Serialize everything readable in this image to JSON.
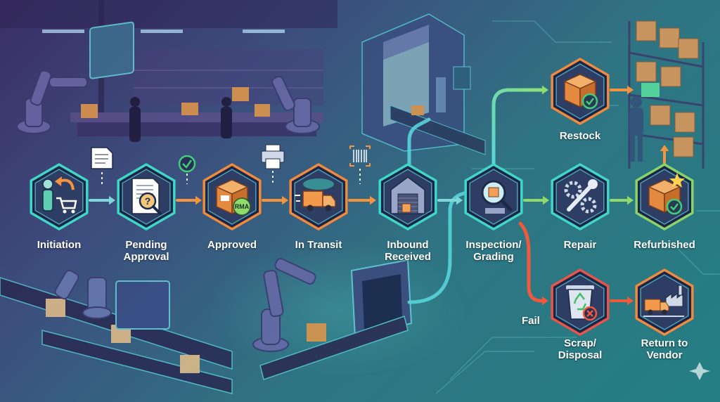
{
  "colors": {
    "node_fill": "#2f3f66",
    "node_border": "#3fd7c7",
    "ring_orange": "#f08a3c",
    "ring_red": "#e8564a",
    "ring_green": "#8bd46a",
    "arrow_teal": "#7fd8d8",
    "arrow_orange": "#f5943d",
    "arrow_green": "#8fda6a",
    "arrow_red": "#ef5a3f",
    "check_green": "#3fcf7a"
  },
  "nodes": [
    {
      "id": "initiation",
      "label": "Initiation",
      "icon": "person-cart-return-icon"
    },
    {
      "id": "pending",
      "label": "Pending\nApproval",
      "icon": "document-magnifier-icon"
    },
    {
      "id": "approved",
      "label": "Approved",
      "icon": "rma-box-icon",
      "badge": "RMA"
    },
    {
      "id": "transit",
      "label": "In Transit",
      "icon": "delivery-truck-icon"
    },
    {
      "id": "inbound",
      "label": "Inbound\nReceived",
      "icon": "warehouse-icon"
    },
    {
      "id": "inspection",
      "label": "Inspection/\nGrading",
      "icon": "magnifier-box-icon"
    },
    {
      "id": "restock",
      "label": "Restock",
      "icon": "box-check-icon"
    },
    {
      "id": "repair",
      "label": "Repair",
      "icon": "wrench-gear-icon"
    },
    {
      "id": "refurbished",
      "label": "Refurbished",
      "icon": "box-star-icon"
    },
    {
      "id": "scrap",
      "label": "Scrap/\nDisposal",
      "icon": "recycle-bin-icon"
    },
    {
      "id": "vendor",
      "label": "Return to\nVendor",
      "icon": "truck-factory-icon"
    }
  ],
  "branch_label": "Fail"
}
